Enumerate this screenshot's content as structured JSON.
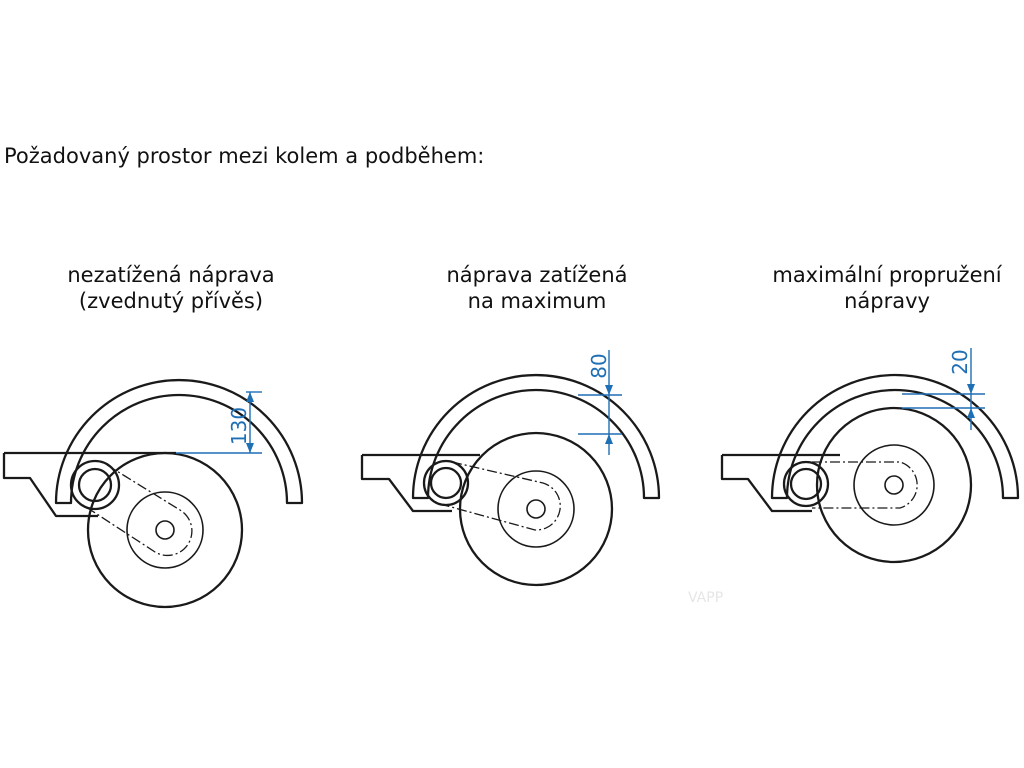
{
  "heading": "Požadovaný prostor mezi kolem a podběhem:",
  "panels": [
    {
      "caption_line1": "nezatížená náprava",
      "caption_line2": "(zvednutý přívěs)",
      "dimension": "130"
    },
    {
      "caption_line1": "náprava zatížená",
      "caption_line2": "na maximum",
      "dimension": "80"
    },
    {
      "caption_line1": "maximální propružení",
      "caption_line2": "nápravy",
      "dimension": "20"
    }
  ],
  "watermark": "VAPP",
  "colors": {
    "outline": "#1a1a1a",
    "dimension": "#1f6fb5"
  }
}
